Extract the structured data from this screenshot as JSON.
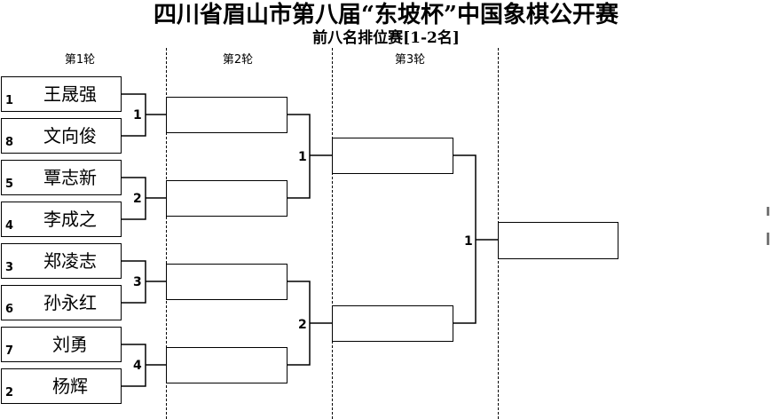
{
  "header": {
    "title": "四川省眉山市第八届“东坡杯”中国象棋公开赛",
    "subtitle": "前八名排位赛[1-2名]"
  },
  "rounds": [
    {
      "label": "第1轮"
    },
    {
      "label": "第2轮"
    },
    {
      "label": "第3轮"
    }
  ],
  "players": [
    {
      "seed": "1",
      "name": "王晟强"
    },
    {
      "seed": "8",
      "name": "文向俊"
    },
    {
      "seed": "5",
      "name": "覃志新"
    },
    {
      "seed": "4",
      "name": "李成之"
    },
    {
      "seed": "3",
      "name": "郑凌志"
    },
    {
      "seed": "6",
      "name": "孙永红"
    },
    {
      "seed": "7",
      "name": "刘勇"
    },
    {
      "seed": "2",
      "name": "杨辉"
    }
  ],
  "match_numbers": {
    "round1": [
      "1",
      "2",
      "3",
      "4"
    ],
    "round2": [
      "1",
      "2"
    ],
    "round3": [
      "1"
    ]
  },
  "colors": {
    "line": "#000000",
    "background": "#ffffff"
  }
}
